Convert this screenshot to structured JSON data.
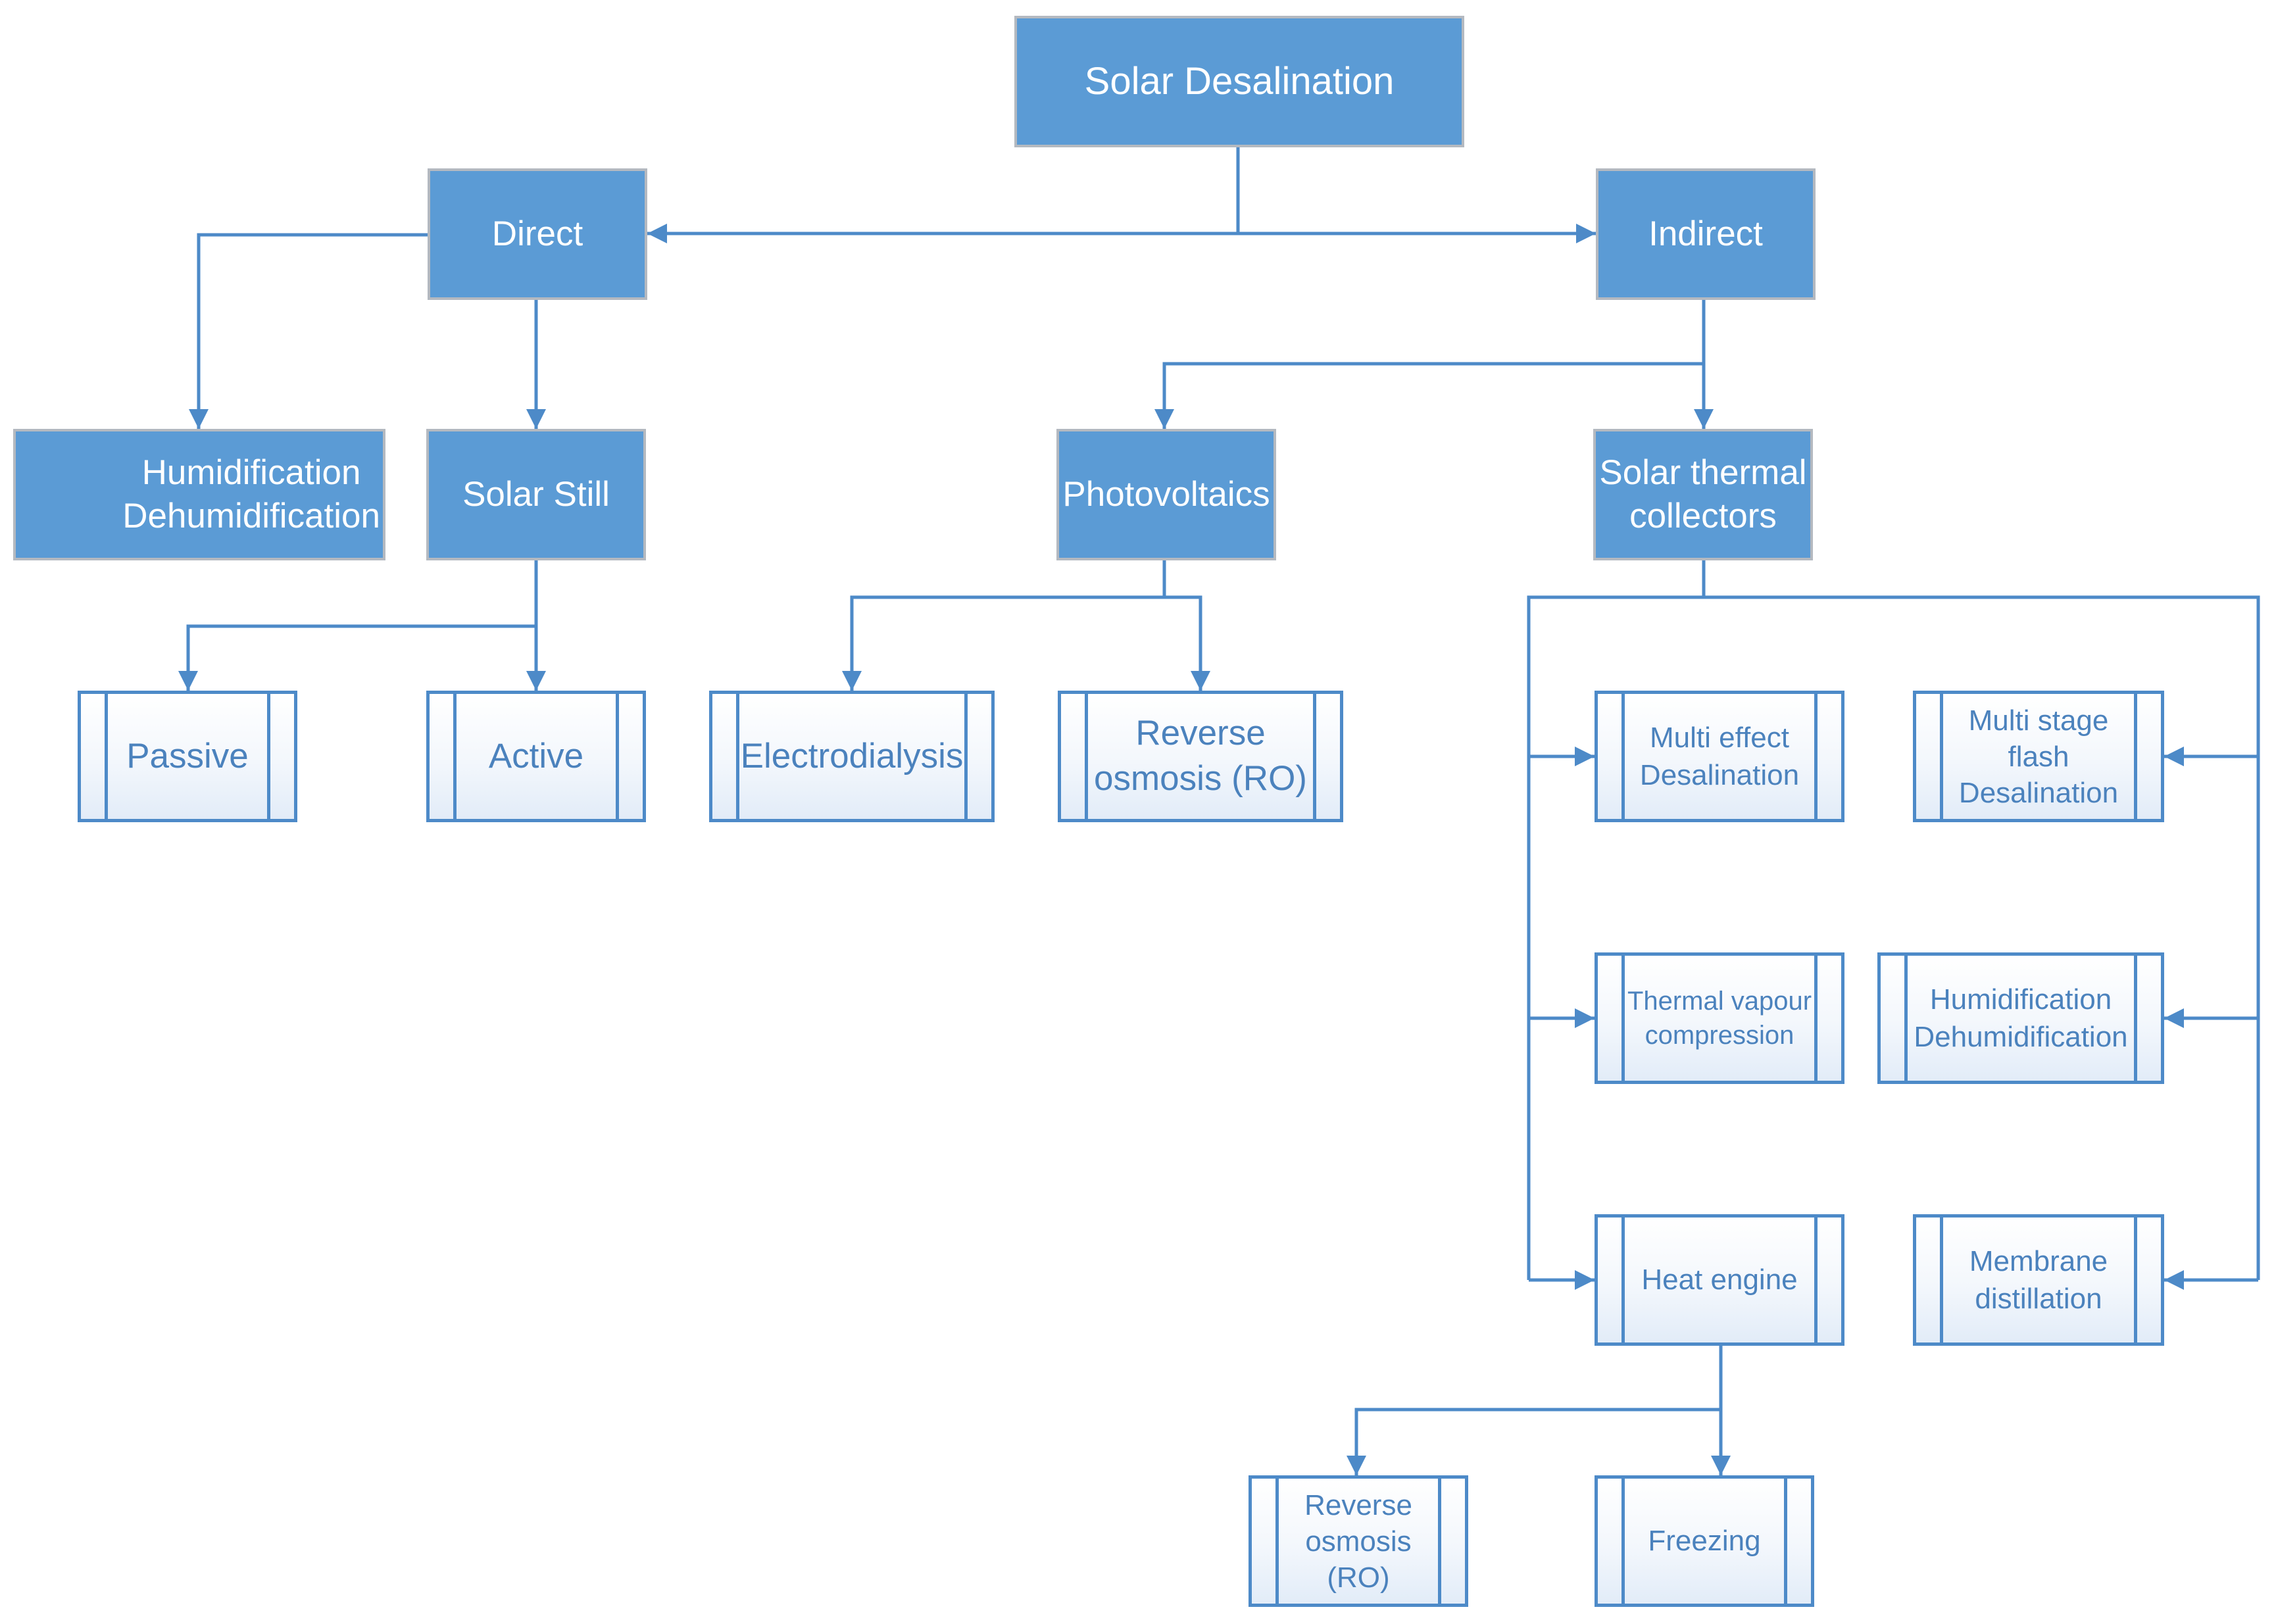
{
  "diagram": {
    "root": "Solar Desalination",
    "direct": "Direct",
    "indirect": "Indirect",
    "hdh_direct": "Humidification\nDehumidification",
    "solar_still": "Solar Still",
    "photovoltaics": "Photovoltaics",
    "solar_thermal": "Solar thermal\ncollectors",
    "passive": "Passive",
    "active": "Active",
    "electrodialysis": "Electrodialysis",
    "ro_pv": "Reverse\nosmosis (RO)",
    "med": "Multi effect\nDesalination",
    "msf": "Multi stage\nflash\nDesalination",
    "tvc": "Thermal vapour\ncompression",
    "hdh_thermal": "Humidification\nDehumidification",
    "heat_engine": "Heat engine",
    "membrane": "Membrane\ndistillation",
    "ro_heat": "Reverse\nosmosis\n(RO)",
    "freezing": "Freezing"
  },
  "colors": {
    "node_fill": "#5b9bd5",
    "node_border": "#b4b9c0",
    "connector": "#4d8ac8",
    "process_text": "#4b82bd"
  }
}
